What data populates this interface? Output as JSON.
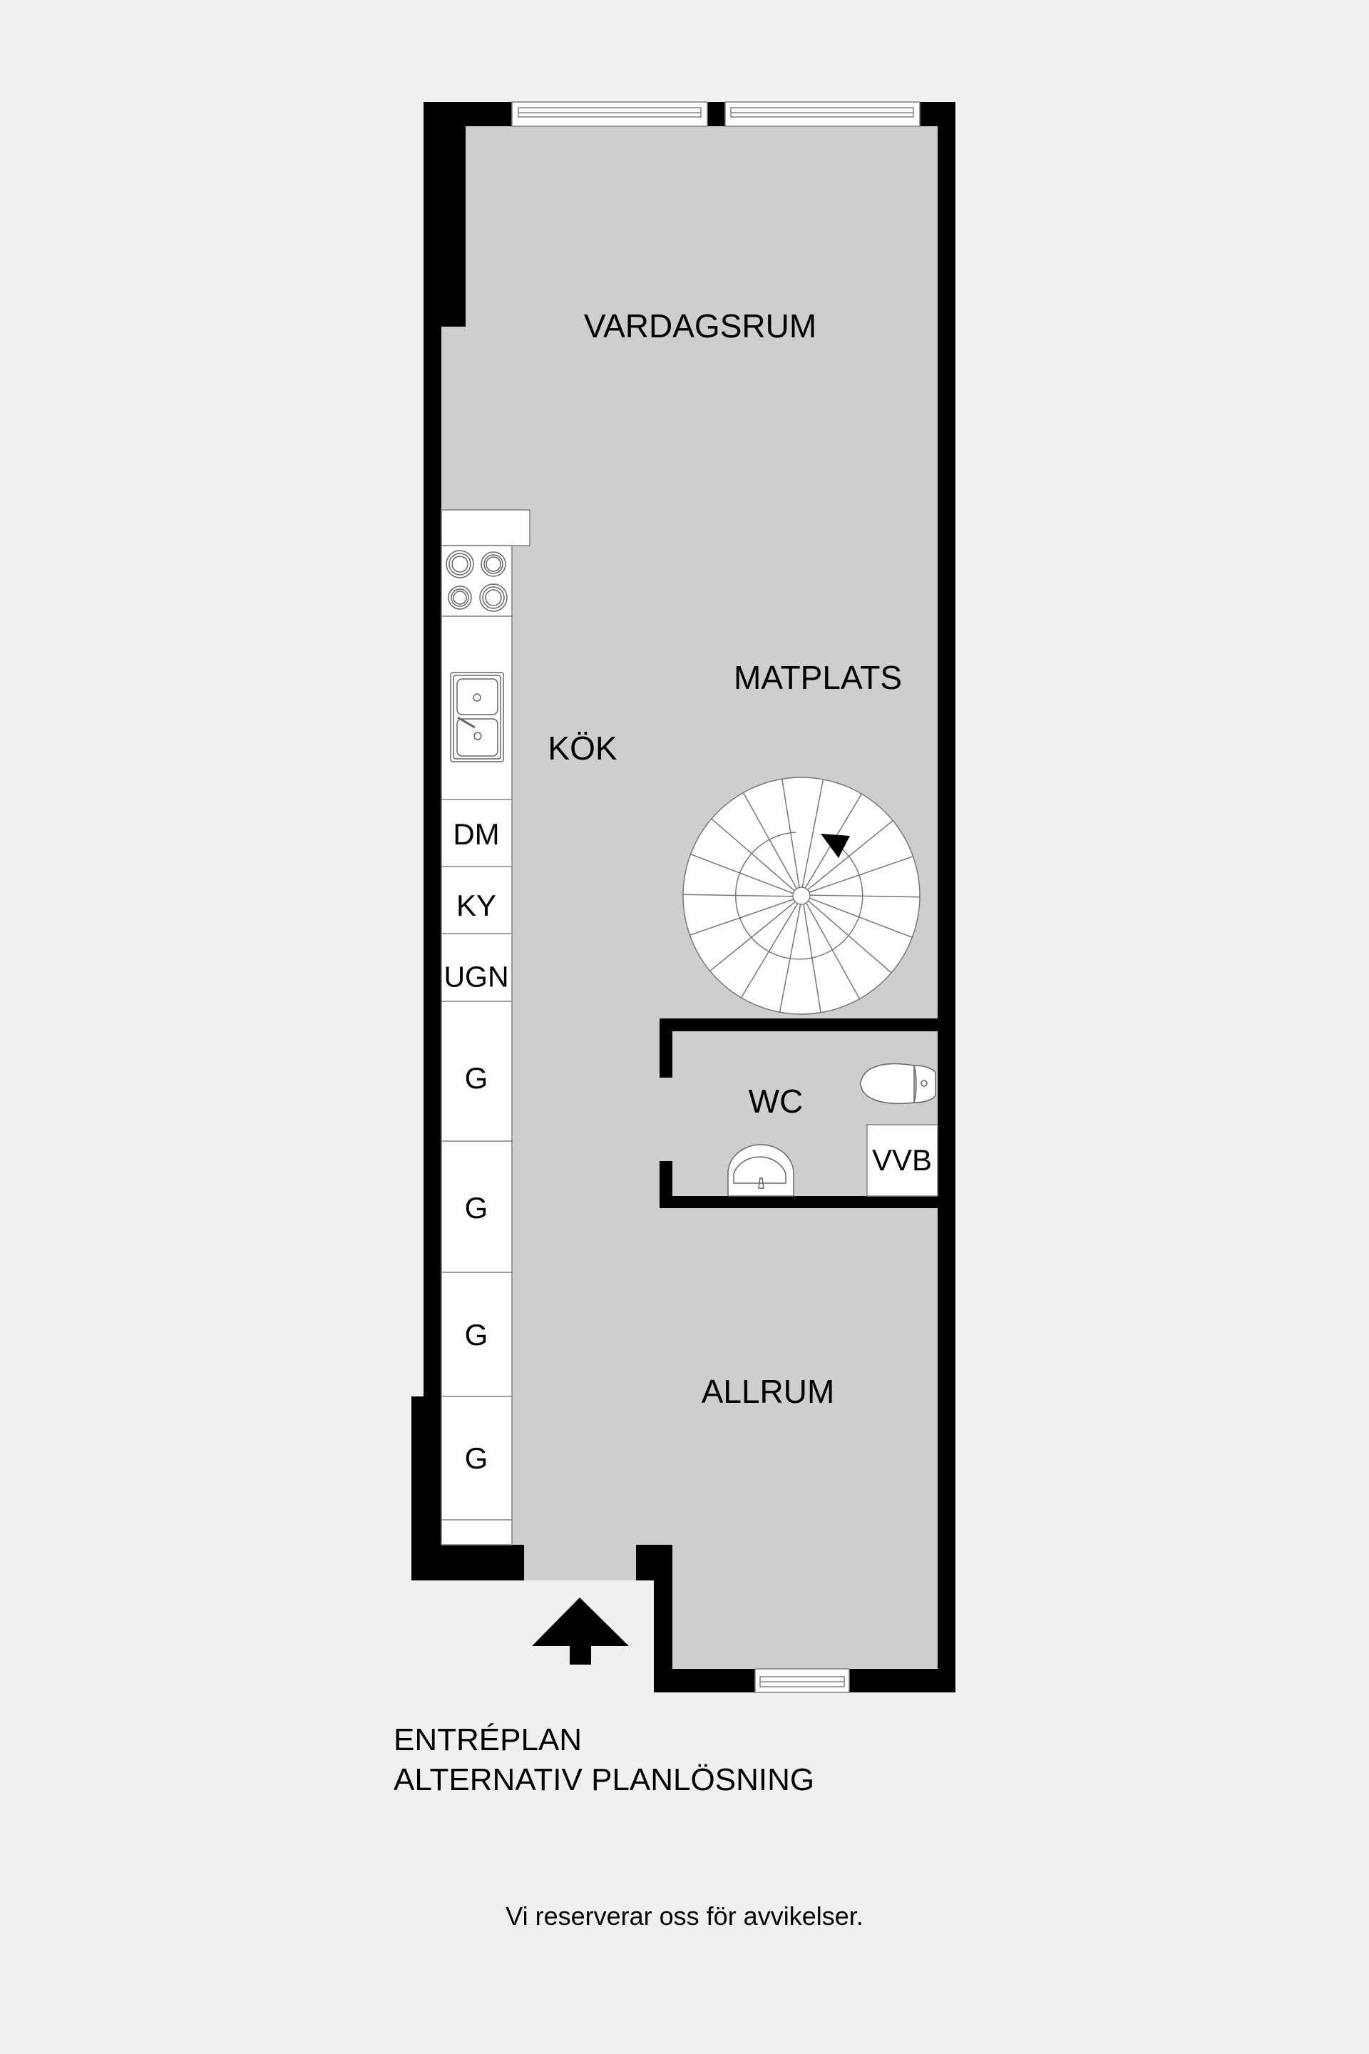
{
  "plan": {
    "title": "ENTRÉPLAN",
    "subtitle": "ALTERNATIV PLANLÖSNING",
    "disclaimer": "Vi reserverar oss för avvikelser."
  },
  "rooms": {
    "vardagsrum": "VARDAGSRUM",
    "matplats": "MATPLATS",
    "kok": "KÖK",
    "wc": "WC",
    "allrum": "ALLRUM"
  },
  "fixtures": {
    "vvb": "VVB",
    "kitchen_units": [
      "DM",
      "KY",
      "UGN",
      "G",
      "G",
      "G",
      "G"
    ]
  },
  "icons": {
    "entrance": "entrance-arrow-icon",
    "stairs": "spiral-staircase-icon",
    "stove": "stove-icon",
    "sink": "kitchen-sink-icon",
    "toilet": "toilet-icon",
    "washbasin": "washbasin-icon",
    "window": "window-icon"
  },
  "colors": {
    "background": "#f0f0f0",
    "floor": "#cdced0",
    "wall": "#000000",
    "fixture": "#ffffff",
    "line": "#808080"
  }
}
